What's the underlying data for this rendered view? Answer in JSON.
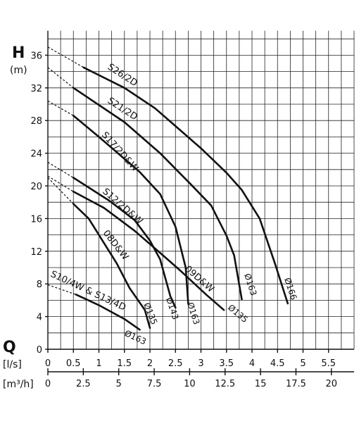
{
  "chart_data": {
    "type": "line",
    "ylabel_symbol": "H",
    "ylabel_unit": "(m)",
    "xlabel_symbol": "Q",
    "x_units": [
      "[l/s]",
      "[m³/h]"
    ],
    "y_ticks": [
      "0",
      "4",
      "8",
      "12",
      "16",
      "20",
      "24",
      "28",
      "32",
      "36"
    ],
    "x_ticks_ls": [
      "0",
      "0.5",
      "1",
      "1.5",
      "2",
      "2.5",
      "3",
      "3.5",
      "4",
      "4.5",
      "5",
      "5.5"
    ],
    "x_ticks_m3h": [
      "0",
      "2.5",
      "5",
      "7.5",
      "10",
      "12.5",
      "15",
      "17.5",
      "20"
    ],
    "xlim_ls": [
      0,
      6
    ],
    "ylim": [
      0,
      39
    ],
    "grid": true,
    "series": [
      {
        "name": "S26/2D",
        "diameter": "Ø166",
        "dashed": [
          [
            0,
            37.0
          ],
          [
            0.7,
            34.5
          ]
        ],
        "points": [
          [
            0.7,
            34.5
          ],
          [
            1.5,
            32.0
          ],
          [
            2.1,
            29.5
          ],
          [
            3.0,
            24.6
          ],
          [
            3.5,
            21.6
          ],
          [
            3.8,
            19.5
          ],
          [
            4.15,
            16.0
          ],
          [
            4.45,
            10.5
          ],
          [
            4.7,
            5.6
          ]
        ]
      },
      {
        "name": "S21/2D",
        "diameter": "Ø163",
        "dashed": [
          [
            0,
            34.5
          ],
          [
            0.5,
            32.0
          ]
        ],
        "points": [
          [
            0.5,
            32.0
          ],
          [
            1.5,
            27.8
          ],
          [
            2.2,
            24.0
          ],
          [
            2.8,
            20.2
          ],
          [
            3.2,
            17.6
          ],
          [
            3.5,
            13.9
          ],
          [
            3.65,
            11.5
          ],
          [
            3.8,
            6.1
          ]
        ]
      },
      {
        "name": "S17/2D&W",
        "diameter": "Ø163",
        "dashed": [
          [
            0,
            30.4
          ],
          [
            0.5,
            28.6
          ]
        ],
        "points": [
          [
            0.5,
            28.6
          ],
          [
            1.0,
            26.0
          ],
          [
            1.8,
            21.7
          ],
          [
            2.2,
            19.0
          ],
          [
            2.5,
            15.0
          ],
          [
            2.7,
            10.0
          ],
          [
            2.75,
            5.6
          ]
        ]
      },
      {
        "name": "S12/2D&W",
        "diameter": "Ø143",
        "dashed": [
          [
            0,
            22.9
          ],
          [
            0.5,
            21.0
          ]
        ],
        "points": [
          [
            0.5,
            21.0
          ],
          [
            1.2,
            18.2
          ],
          [
            1.7,
            15.8
          ],
          [
            2.0,
            13.3
          ],
          [
            2.2,
            11.0
          ],
          [
            2.4,
            6.5
          ],
          [
            2.5,
            5.1
          ]
        ]
      },
      {
        "name": "09D&W",
        "diameter": "Ø135",
        "dashed": [
          [
            0,
            21.2
          ],
          [
            0.5,
            19.3
          ]
        ],
        "points": [
          [
            0.5,
            19.3
          ],
          [
            1.1,
            17.3
          ],
          [
            1.7,
            14.5
          ],
          [
            2.2,
            11.8
          ],
          [
            2.6,
            9.6
          ],
          [
            3.1,
            6.7
          ],
          [
            3.45,
            4.8
          ]
        ]
      },
      {
        "name": "08D&W",
        "diameter": "Ø135",
        "dashed": [
          [
            0,
            21.0
          ],
          [
            0.5,
            17.8
          ]
        ],
        "points": [
          [
            0.5,
            17.8
          ],
          [
            0.8,
            16.0
          ],
          [
            1.35,
            10.5
          ],
          [
            1.6,
            7.5
          ],
          [
            1.9,
            4.8
          ],
          [
            2.0,
            2.6
          ]
        ]
      },
      {
        "name": "S10/4W & S13/4D",
        "diameter": "Ø163",
        "dashed": [
          [
            0,
            7.9
          ],
          [
            0.55,
            6.7
          ]
        ],
        "points": [
          [
            0.55,
            6.7
          ],
          [
            1.0,
            5.4
          ],
          [
            1.5,
            3.7
          ],
          [
            1.8,
            2.4
          ]
        ]
      }
    ]
  }
}
